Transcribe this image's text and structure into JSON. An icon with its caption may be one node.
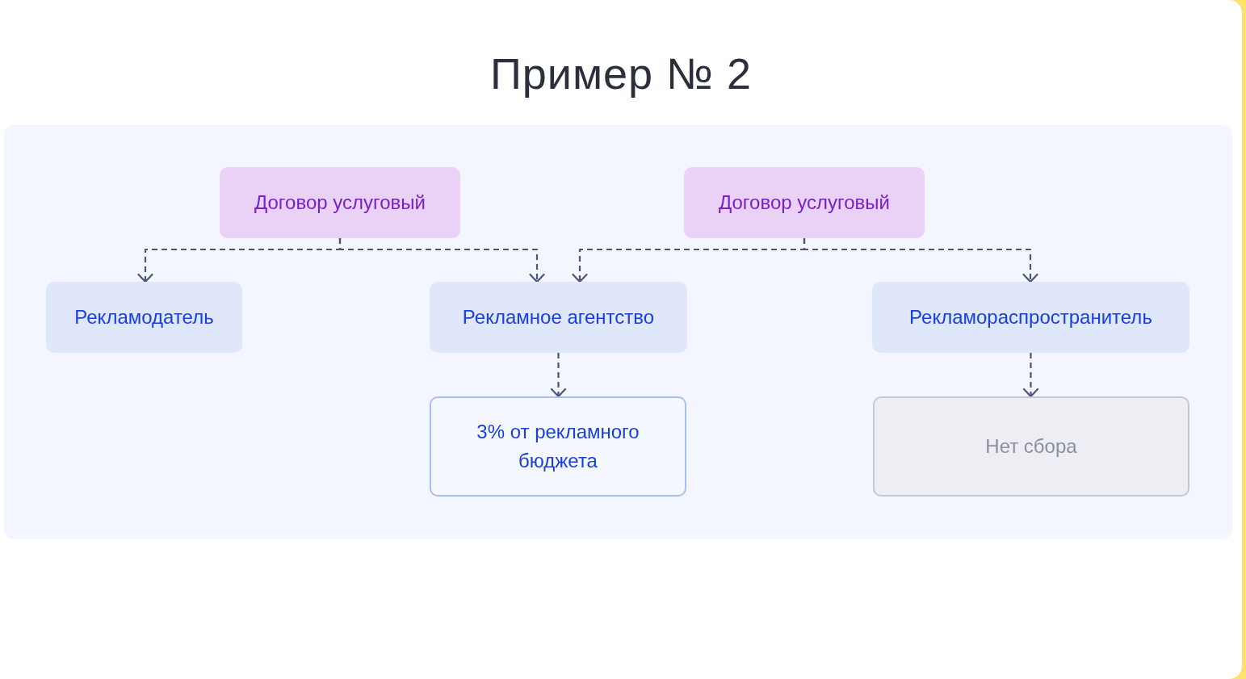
{
  "diagram": {
    "title": "Пример № 2",
    "nodes": [
      {
        "text": [
          "Договор услуговый"
        ]
      },
      {
        "text": [
          "Договор услуговый"
        ]
      },
      {
        "text": [
          "Рекламодатель"
        ]
      },
      {
        "text": [
          "Рекламное агентство"
        ]
      },
      {
        "text": [
          "Рекламораспространитель"
        ]
      },
      {
        "text": [
          "3% от рекламного бюджета"
        ]
      },
      {
        "text": [
          "Нет сбора"
        ]
      }
    ],
    "edges": [
      {
        "from": 0,
        "to": 2,
        "arrow": "to",
        "style": "dashed"
      },
      {
        "from": 0,
        "to": 3,
        "arrow": "to",
        "style": "dashed"
      },
      {
        "from": 1,
        "to": 3,
        "arrow": "to",
        "style": "dashed"
      },
      {
        "from": 1,
        "to": 4,
        "arrow": "to",
        "style": "dashed"
      },
      {
        "from": 3,
        "to": 5,
        "arrow": "to",
        "style": "dashed"
      },
      {
        "from": 4,
        "to": 6,
        "arrow": "to",
        "style": "dashed"
      }
    ]
  }
}
